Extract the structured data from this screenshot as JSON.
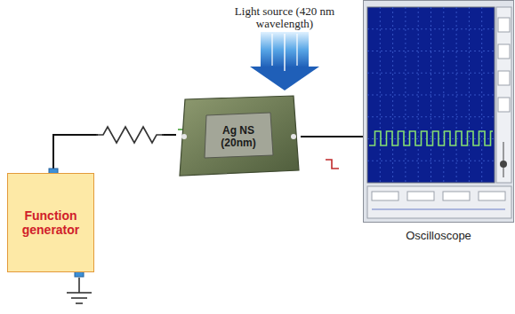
{
  "diagram": {
    "nodes": [
      {
        "text": [
          "Function generator"
        ]
      },
      {
        "text": [
          "Ag NS (20nm)"
        ]
      },
      {
        "text": [
          "Oscilloscope"
        ]
      }
    ],
    "edges": [
      {
        "from": 0,
        "to": 1,
        "arrow": "none"
      },
      {
        "from": 1,
        "to": 2,
        "arrow": "none"
      }
    ],
    "labels": [
      "Light source (420 nm wavelength)"
    ]
  }
}
